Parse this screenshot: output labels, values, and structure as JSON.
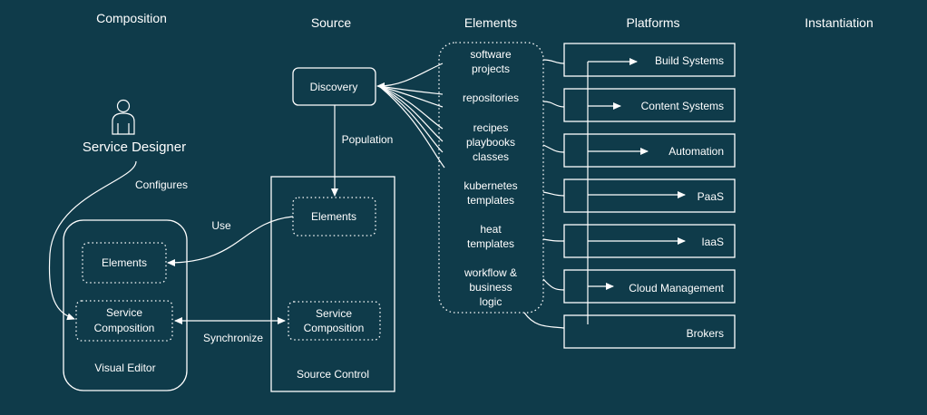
{
  "headers": {
    "composition": "Composition",
    "source": "Source",
    "elements": "Elements",
    "platforms": "Platforms",
    "instantiation": "Instantiation"
  },
  "designer": {
    "label": "Service Designer",
    "configures": "Configures"
  },
  "visual_editor": {
    "title": "Visual Editor",
    "elements": "Elements",
    "service_composition": [
      "Service",
      "Composition"
    ]
  },
  "source": {
    "discovery": "Discovery",
    "population": "Population",
    "source_control": "Source Control",
    "elements": "Elements",
    "service_composition": [
      "Service",
      "Composition"
    ],
    "use": "Use",
    "synchronize": "Synchronize"
  },
  "elements_list": [
    [
      "software",
      "projects"
    ],
    [
      "repositories"
    ],
    [
      "recipes",
      "playbooks",
      "classes"
    ],
    [
      "kubernetes",
      "templates"
    ],
    [
      "heat",
      "templates"
    ],
    [
      "workflow &",
      "business",
      "logic"
    ]
  ],
  "platforms": [
    "Build Systems",
    "Content Systems",
    "Automation",
    "PaaS",
    "IaaS",
    "Cloud Management",
    "Brokers"
  ],
  "colors": {
    "background": "#0f3b4a",
    "stroke": "#ffffff"
  }
}
